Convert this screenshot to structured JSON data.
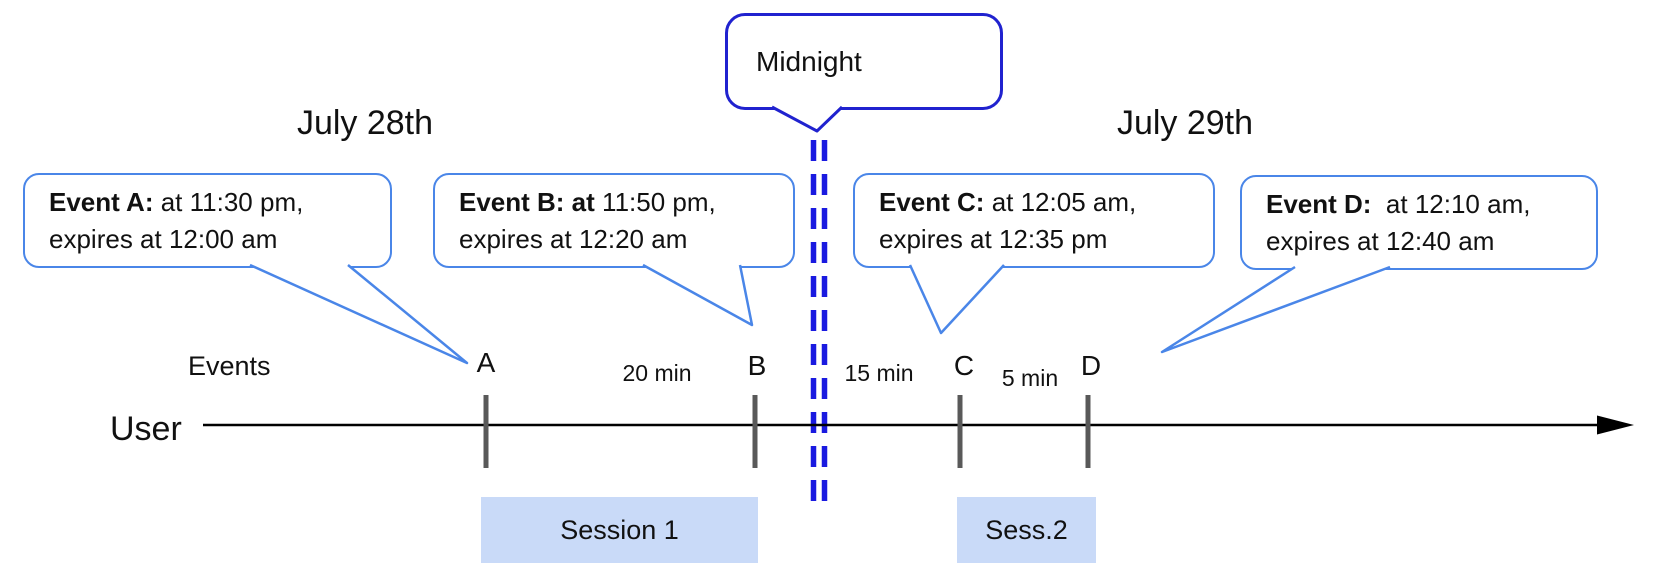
{
  "dates": {
    "left": "July 28th",
    "right": "July 29th"
  },
  "midnight": {
    "label": "Midnight"
  },
  "events": [
    {
      "tick": "A",
      "bold": "Event A:",
      "rest": " at 11:30 pm,",
      "line2": "expires at 12:00 am"
    },
    {
      "tick": "B",
      "bold": "Event B: at",
      "rest": " 11:50 pm,",
      "line2": "expires at 12:20 am"
    },
    {
      "tick": "C",
      "bold": "Event C:",
      "rest": " at 12:05 am,",
      "line2": "expires at 12:35 pm"
    },
    {
      "tick": "D",
      "bold": "Event D:",
      "rest": "  at 12:10 am,",
      "line2": "expires at 12:40 am"
    }
  ],
  "axis": {
    "events_label": "Events",
    "user_label": "User"
  },
  "intervals": [
    "20 min",
    "15 min",
    "5 min"
  ],
  "sessions": [
    "Session 1",
    "Sess.2"
  ],
  "colors": {
    "bubble_border": "#4a86e8",
    "midnight_border": "#2022cf",
    "midnight_dash": "#1a1ae0",
    "session_fill": "#c9daf8",
    "tick": "#595959",
    "timeline": "#000000"
  }
}
